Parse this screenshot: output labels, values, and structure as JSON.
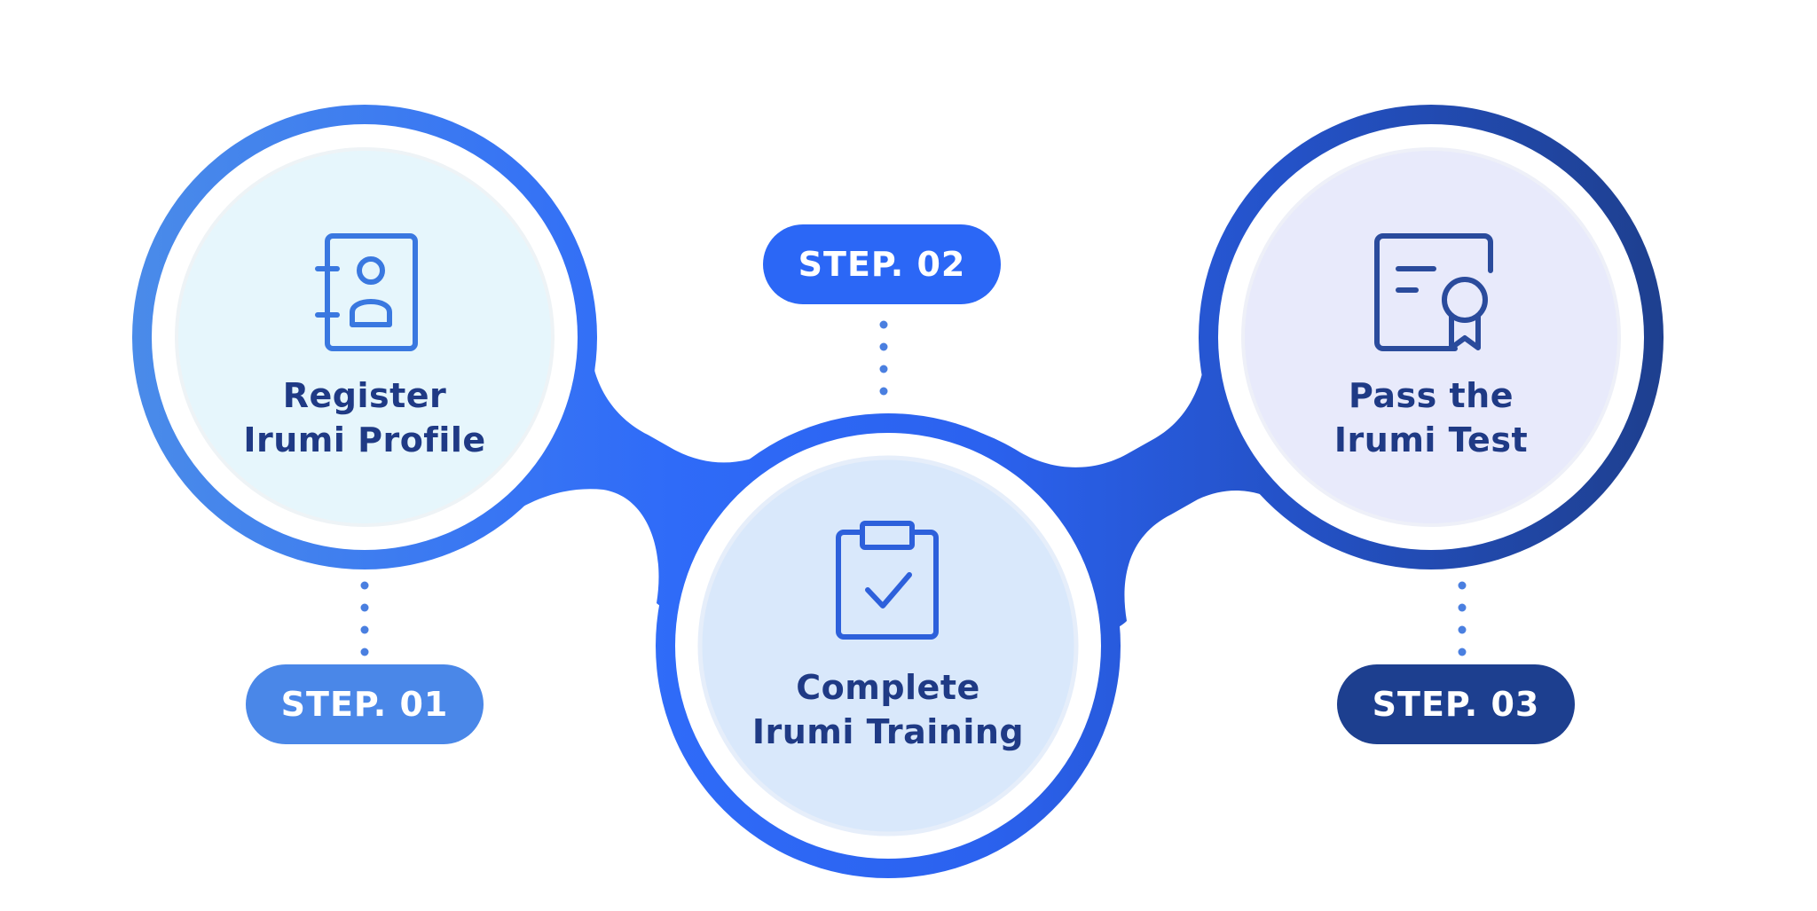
{
  "steps": [
    {
      "badge": "STEP. 01",
      "title_line1": "Register",
      "title_line2": "Irumi Profile",
      "icon": "contact-book-icon",
      "badge_color": "#4a87e8",
      "ring_color": "#3f80ee",
      "inner_color": "#e6f6fc"
    },
    {
      "badge": "STEP. 02",
      "title_line1": "Complete",
      "title_line2": "Irumi Training",
      "icon": "clipboard-check-icon",
      "badge_color": "#2b67f6",
      "ring_color": "#2c66f5",
      "inner_color": "#d9e8fb"
    },
    {
      "badge": "STEP. 03",
      "title_line1": "Pass the",
      "title_line2": "Irumi Test",
      "icon": "certificate-icon",
      "badge_color": "#1d3f8f",
      "ring_color": "#1f459d",
      "inner_color": "#e8eafb"
    }
  ],
  "colors": {
    "text": "#1f3a85",
    "dots": "#4a7fe0"
  }
}
